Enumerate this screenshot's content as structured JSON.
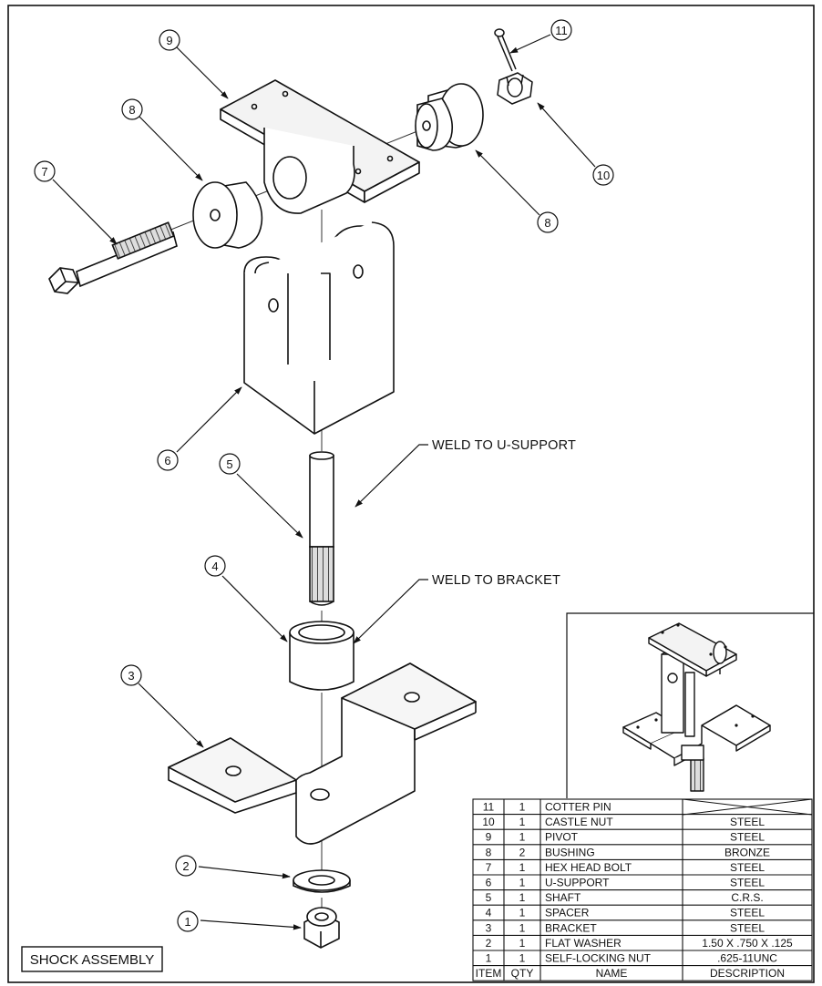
{
  "title_block": {
    "title": "SHOCK ASSEMBLY"
  },
  "notes": {
    "weld_u_support": "WELD TO U-SUPPORT",
    "weld_bracket": "WELD TO BRACKET"
  },
  "callouts": {
    "c1": "1",
    "c2": "2",
    "c3": "3",
    "c4": "4",
    "c5": "5",
    "c6": "6",
    "c7": "7",
    "c8a": "8",
    "c8b": "8",
    "c9": "9",
    "c10": "10",
    "c11": "11"
  },
  "bom": {
    "header": {
      "item": "ITEM",
      "qty": "QTY",
      "name": "NAME",
      "description": "DESCRIPTION"
    },
    "rows": [
      {
        "item": "11",
        "qty": "1",
        "name": "COTTER PIN",
        "description": ""
      },
      {
        "item": "10",
        "qty": "1",
        "name": "CASTLE NUT",
        "description": "STEEL"
      },
      {
        "item": "9",
        "qty": "1",
        "name": "PIVOT",
        "description": "STEEL"
      },
      {
        "item": "8",
        "qty": "2",
        "name": "BUSHING",
        "description": "BRONZE"
      },
      {
        "item": "7",
        "qty": "1",
        "name": "HEX HEAD BOLT",
        "description": "STEEL"
      },
      {
        "item": "6",
        "qty": "1",
        "name": "U-SUPPORT",
        "description": "STEEL"
      },
      {
        "item": "5",
        "qty": "1",
        "name": "SHAFT",
        "description": "C.R.S."
      },
      {
        "item": "4",
        "qty": "1",
        "name": "SPACER",
        "description": "STEEL"
      },
      {
        "item": "3",
        "qty": "1",
        "name": "BRACKET",
        "description": "STEEL"
      },
      {
        "item": "2",
        "qty": "1",
        "name": "FLAT WASHER",
        "description": "1.50 X .750 X .125"
      },
      {
        "item": "1",
        "qty": "1",
        "name": "SELF-LOCKING NUT",
        "description": ".625-11UNC"
      }
    ]
  }
}
